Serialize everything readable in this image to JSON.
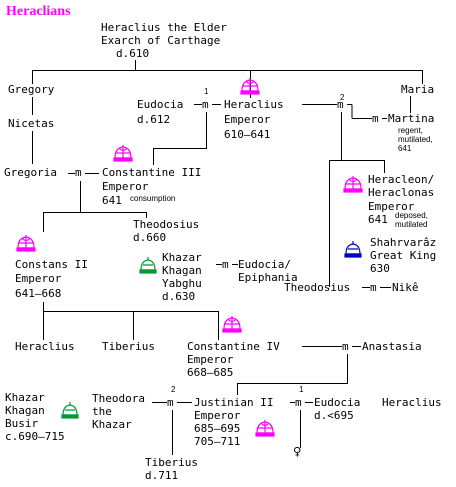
{
  "title": "Heraclians",
  "colors": {
    "emperor": "#ff00ff",
    "khagan": "#009933",
    "persian": "#0000cc",
    "line": "#000000"
  },
  "persons": {
    "heraclius_elder": {
      "name": "Heraclius the Elder",
      "title": "Exarch of Carthage",
      "dates": "d.610"
    },
    "gregory": {
      "name": "Gregory"
    },
    "maria": {
      "name": "Maria"
    },
    "nicetas": {
      "name": "Nicetas"
    },
    "eudocia": {
      "name": "Eudocia",
      "dates": "d.612"
    },
    "heraclius": {
      "name": "Heraclius",
      "title": "Emperor",
      "dates": "610–641"
    },
    "martina": {
      "name": "Martina",
      "note": "regent,\nmutilated,\n641"
    },
    "gregoria": {
      "name": "Gregoria"
    },
    "constantine3": {
      "name": "Constantine III",
      "title": "Emperor",
      "dates": "641",
      "note": "consumption"
    },
    "heracleon": {
      "name": "Heracleon/",
      "name2": "Heraclonas",
      "title": "Emperor",
      "dates": "641",
      "note": "deposed,\nmutilated"
    },
    "theodosius_son": {
      "name": "Theodosius",
      "dates": "d.660"
    },
    "constans2": {
      "name": "Constans II",
      "title": "Emperor",
      "dates": "641–668"
    },
    "khazar_yabghu": {
      "name": "Khazar",
      "title": "Khagan",
      "title2": "Yabghu",
      "dates": "d.630"
    },
    "eudocia_epiphania": {
      "name": "Eudocia/",
      "name2": "Epiphania"
    },
    "shahrvaraz": {
      "name": "Shahrvarâz",
      "title": "Great King",
      "dates": "630"
    },
    "theodosius_grandson": {
      "name": "Theodosius"
    },
    "nike": {
      "name": "Nikê"
    },
    "heraclius_c2": {
      "name": "Heraclius"
    },
    "tiberius_c2": {
      "name": "Tiberius"
    },
    "constantine4": {
      "name": "Constantine IV",
      "title": "Emperor",
      "dates": "668–685"
    },
    "anastasia": {
      "name": "Anastasia"
    },
    "busir": {
      "name": "Khazar",
      "title": "Khagan",
      "title2": "Busir",
      "dates": "c.690–715"
    },
    "theodora": {
      "name": "Theodora",
      "title": "the",
      "title2": "Khazar"
    },
    "justinian2": {
      "name": "Justinian II",
      "title": "Emperor",
      "dates": "685–695",
      "dates2": "705–711"
    },
    "eudocia_j": {
      "name": "Eudocia",
      "dates": "d.<695"
    },
    "heraclius_c4": {
      "name": "Heraclius"
    },
    "tiberius_j": {
      "name": "Tiberius",
      "dates": "d.711"
    }
  },
  "marriage_symbol": "m",
  "marriage_numbers": {
    "first": "1",
    "second": "2"
  },
  "daughter_symbol": "♀"
}
